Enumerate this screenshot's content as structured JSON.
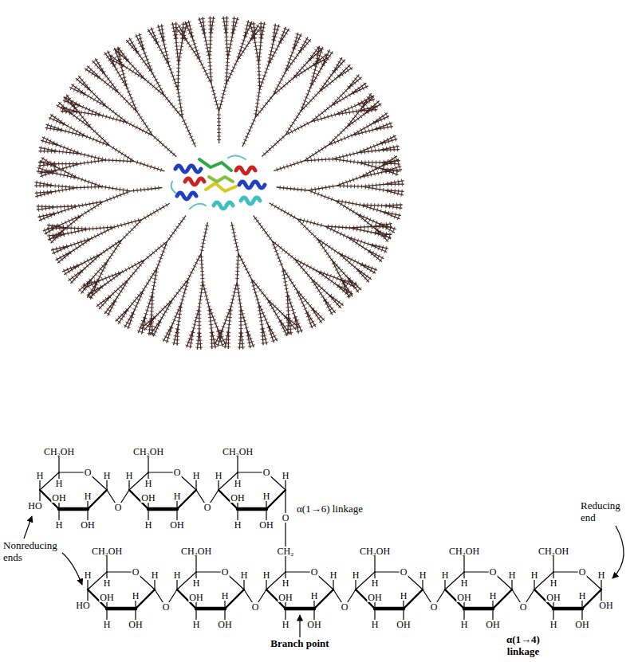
{
  "diagram": {
    "labels": [
      "CH₂OH",
      "H",
      "H",
      "O",
      "H",
      "OH",
      "H",
      "HO",
      "H",
      "OH",
      "O",
      "CH₂OH",
      "H",
      "H",
      "O",
      "H",
      "OH",
      "H",
      "H",
      "OH",
      "O",
      "CH₂OH",
      "H",
      "H",
      "O",
      "H",
      "OH",
      "H",
      "H",
      "OH",
      "O",
      "α(1→6) linkage",
      "Nonreducing ends",
      "CH₂OH",
      "H",
      "H",
      "O",
      "H",
      "OH",
      "H",
      "HO",
      "H",
      "OH",
      "O",
      "CH₂OH",
      "H",
      "H",
      "O",
      "H",
      "OH",
      "H",
      "H",
      "OH",
      "O",
      "CH₂",
      "H",
      "H",
      "O",
      "H",
      "OH",
      "H",
      "H",
      "OH",
      "O",
      "CH₂OH",
      "H",
      "H",
      "O",
      "H",
      "OH",
      "H",
      "H",
      "OH",
      "O",
      "CH₂OH",
      "H",
      "H",
      "O",
      "H",
      "OH",
      "H",
      "H",
      "OH",
      "O",
      "CH₂OH",
      "H",
      "H",
      "O",
      "H",
      "OH",
      "H",
      "H",
      "OH",
      "OH",
      "Reducing end",
      "Branch point",
      "α(1→4) linkage"
    ]
  }
}
